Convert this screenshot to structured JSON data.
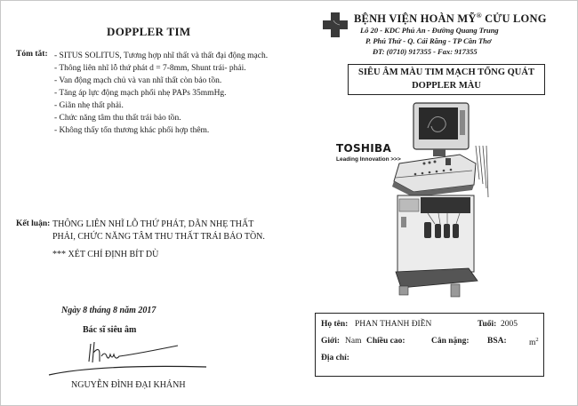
{
  "left_page": {
    "title": "DOPPLER TIM",
    "summary": {
      "label": "Tóm tắt:",
      "items": [
        "- SITUS SOLITUS, Tương hợp nhĩ thất và thất đại động mạch.",
        "- Thông liên nhĩ lỗ thứ phát d = 7-8mm, Shunt trái- phải.",
        "- Van động mạch chủ và van nhĩ thất còn bảo tồn.",
        "- Tăng áp lực động mạch phổi nhẹ PAPs 35mmHg.",
        "- Giãn nhẹ thất phải.",
        "- Chức năng tâm thu thất trái bảo tồn.",
        "- Không thấy tổn thương khác phối hợp thêm."
      ]
    },
    "conclusion": {
      "label": "Kết luận:",
      "text": "THÔNG LIÊN NHĨ LỖ THỨ PHÁT, DÃN NHẸ THẤT PHẢI, CHỨC NĂNG TÂM THU THẤT TRÁI BẢO TỒN.",
      "note": "*** XÉT CHỈ ĐỊNH BÍT DÙ"
    },
    "date": "Ngày 8 tháng 8 năm 2017",
    "doctor_title": "Bác sĩ siêu âm",
    "doctor_name": "NGUYỄN ĐÌNH ĐẠI KHÁNH"
  },
  "right_page": {
    "hospital": {
      "name": "BỆNH VIỆN HOÀN MỸ",
      "registered": "®",
      "name_suffix": " CỬU LONG",
      "address_line1": "Lô 20 - KDC Phú An - Đường Quang Trung",
      "address_line2": "P. Phú Thứ - Q. Cái Răng - TP Cần Thơ",
      "contact": "ĐT: (0710) 917355  - Fax: 917355"
    },
    "title_box": {
      "line1": "SIÊU ÂM MÀU TIM MẠCH  TỔNG QUÁT",
      "line2": "DOPPLER MÀU"
    },
    "brand": {
      "name": "TOSHIBA",
      "tagline": "Leading Innovation >>>"
    },
    "patient": {
      "name_label": "Họ tên:",
      "name": "PHAN THANH ĐIỀN",
      "age_label": "Tuổi:",
      "age": "2005",
      "sex_label": "Giới:",
      "sex": "Nam",
      "height_label": "Chiều cao:",
      "height": "",
      "weight_label": "Cân nặng:",
      "weight": "",
      "bsa_label": "BSA:",
      "bsa": "",
      "bsa_unit": "m",
      "bsa_unit_sup": "2",
      "address_label": "Địa chỉ:",
      "address": ""
    }
  },
  "colors": {
    "ink": "#1a1a1a",
    "border": "#c8c8c8",
    "logo": "#3a3a3a"
  }
}
